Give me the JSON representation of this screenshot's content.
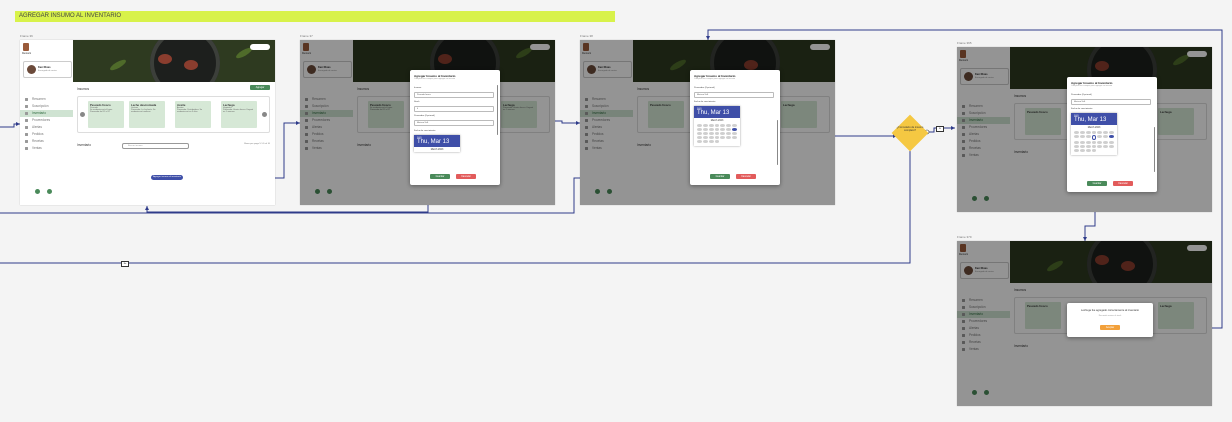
{
  "banner": "AGREGAR INSUMO AL INVENTARIO",
  "frames": [
    {
      "label": "Frame 36"
    },
    {
      "label": "Frame 37"
    },
    {
      "label": "Frame 38"
    },
    {
      "label": "Frame 365"
    },
    {
      "label": "Frame 379"
    }
  ],
  "sidebar": {
    "brand": "Restock",
    "user_name": "Ken Rivas",
    "user_role": "Encargado de cocina",
    "items": [
      {
        "label": "Resumen",
        "icon": "chart-icon"
      },
      {
        "label": "Suscripción",
        "icon": "card-icon"
      },
      {
        "label": "Inventario",
        "icon": "box-icon"
      },
      {
        "label": "Proveedores",
        "icon": "truck-icon"
      },
      {
        "label": "Alertas",
        "icon": "bell-icon"
      },
      {
        "label": "Pedidos",
        "icon": "cart-icon"
      },
      {
        "label": "Recetas",
        "icon": "book-icon"
      },
      {
        "label": "Ventas",
        "icon": "cash-icon"
      }
    ]
  },
  "main": {
    "section_insumos": "Insumos",
    "add_button": "Agregar",
    "cards": [
      {
        "title": "Pescado fresco",
        "sub": "Pescado",
        "desc": "Se reabastecerá el lunes. Proveedor del 12 al 17"
      },
      {
        "title": "Leche descremada",
        "sub": "Lácteos",
        "desc": "Proveedor: La Lechería. Se reabastecerá mañana"
      },
      {
        "title": "Aceite",
        "sub": "Aceites",
        "desc": "Proveedor: Distribuidora. Se reabastecerá en 3 días"
      },
      {
        "title": "Lechuga",
        "sub": "Vegetales",
        "desc": "Proveedor: Huerto fresco. Llegará en 1 semana"
      }
    ],
    "section_inventario": "Inventario",
    "search_placeholder": "Buscar insumo",
    "pager": "Rows per page 5   1-5 of 10",
    "add_pill": "Agregar insumo al inventario"
  },
  "modal": {
    "title": "Agregar Insumo al Inventario",
    "subtitle": "Completa los campos para agregar un insumo",
    "f_insumo": "Insumo",
    "v_insumo": "Pescado fresco",
    "f_stock": "Stock",
    "v_stock": "0",
    "f_prov": "Proveedor (Opcional)",
    "v_prov": "Marisco S.A.",
    "f_fecha": "Fecha de vencimiento",
    "cal_year": "2023",
    "cal_date": "Thu, Mar 13",
    "cal_month": "March 2023",
    "save": "Guardar",
    "cancel": "Cancelar"
  },
  "decision": "¿Formulario de insumo completo?",
  "confirm": {
    "text": "Lechuga fue agregado correctamente al inventario",
    "sub": "Recuerda revisar el stock",
    "button": "Aceptar"
  },
  "connectors": {
    "tag1": "No",
    "tag2": "Sí"
  }
}
